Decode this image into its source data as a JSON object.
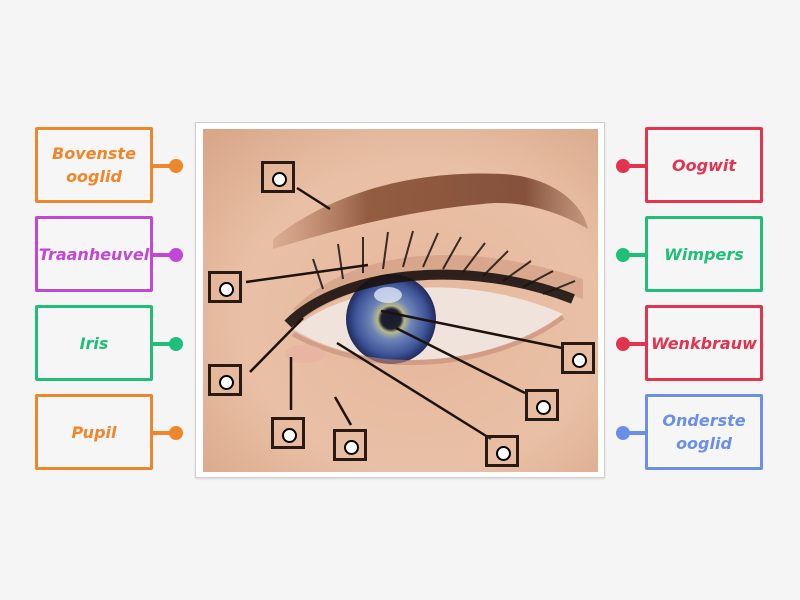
{
  "activity": {
    "type": "labelled-diagram",
    "image_subject": "close-up photo of a human eye"
  },
  "colors": {
    "background": "#f6f5f6",
    "orange": "#f0862a",
    "purple": "#c147d6",
    "green": "#1fbf7a",
    "red": "#e2344f",
    "blue": "#6b8fe6",
    "dropzone_border": "#2a1a14",
    "connector_line": "#1c120e"
  },
  "labels_left": [
    {
      "id": "bovenste-ooglid",
      "text": "Bovenste ooglid",
      "color": "#f0862a"
    },
    {
      "id": "traanheuvel",
      "text": "Traanheuvel",
      "color": "#c147d6"
    },
    {
      "id": "iris",
      "text": "Iris",
      "color": "#1fbf7a"
    },
    {
      "id": "pupil",
      "text": "Pupil",
      "color": "#f0862a"
    }
  ],
  "labels_right": [
    {
      "id": "oogwit",
      "text": "Oogwit",
      "color": "#e2344f"
    },
    {
      "id": "wimpers",
      "text": "Wimpers",
      "color": "#1fbf7a"
    },
    {
      "id": "wenkbrauw",
      "text": "Wenkbrauw",
      "color": "#e2344f"
    },
    {
      "id": "onderste-ooglid",
      "text": "Onderste ooglid",
      "color": "#6b8fe6"
    }
  ],
  "dropzones": [
    {
      "id": "zone-1",
      "points_to": "eyebrow"
    },
    {
      "id": "zone-2",
      "points_to": "eyelashes"
    },
    {
      "id": "zone-3",
      "points_to": "upper eyelid crease"
    },
    {
      "id": "zone-4",
      "points_to": "tear duct"
    },
    {
      "id": "zone-5",
      "points_to": "lower eyelid"
    },
    {
      "id": "zone-6",
      "points_to": "pupil"
    },
    {
      "id": "zone-7",
      "points_to": "iris"
    },
    {
      "id": "zone-8",
      "points_to": "eye white"
    }
  ]
}
